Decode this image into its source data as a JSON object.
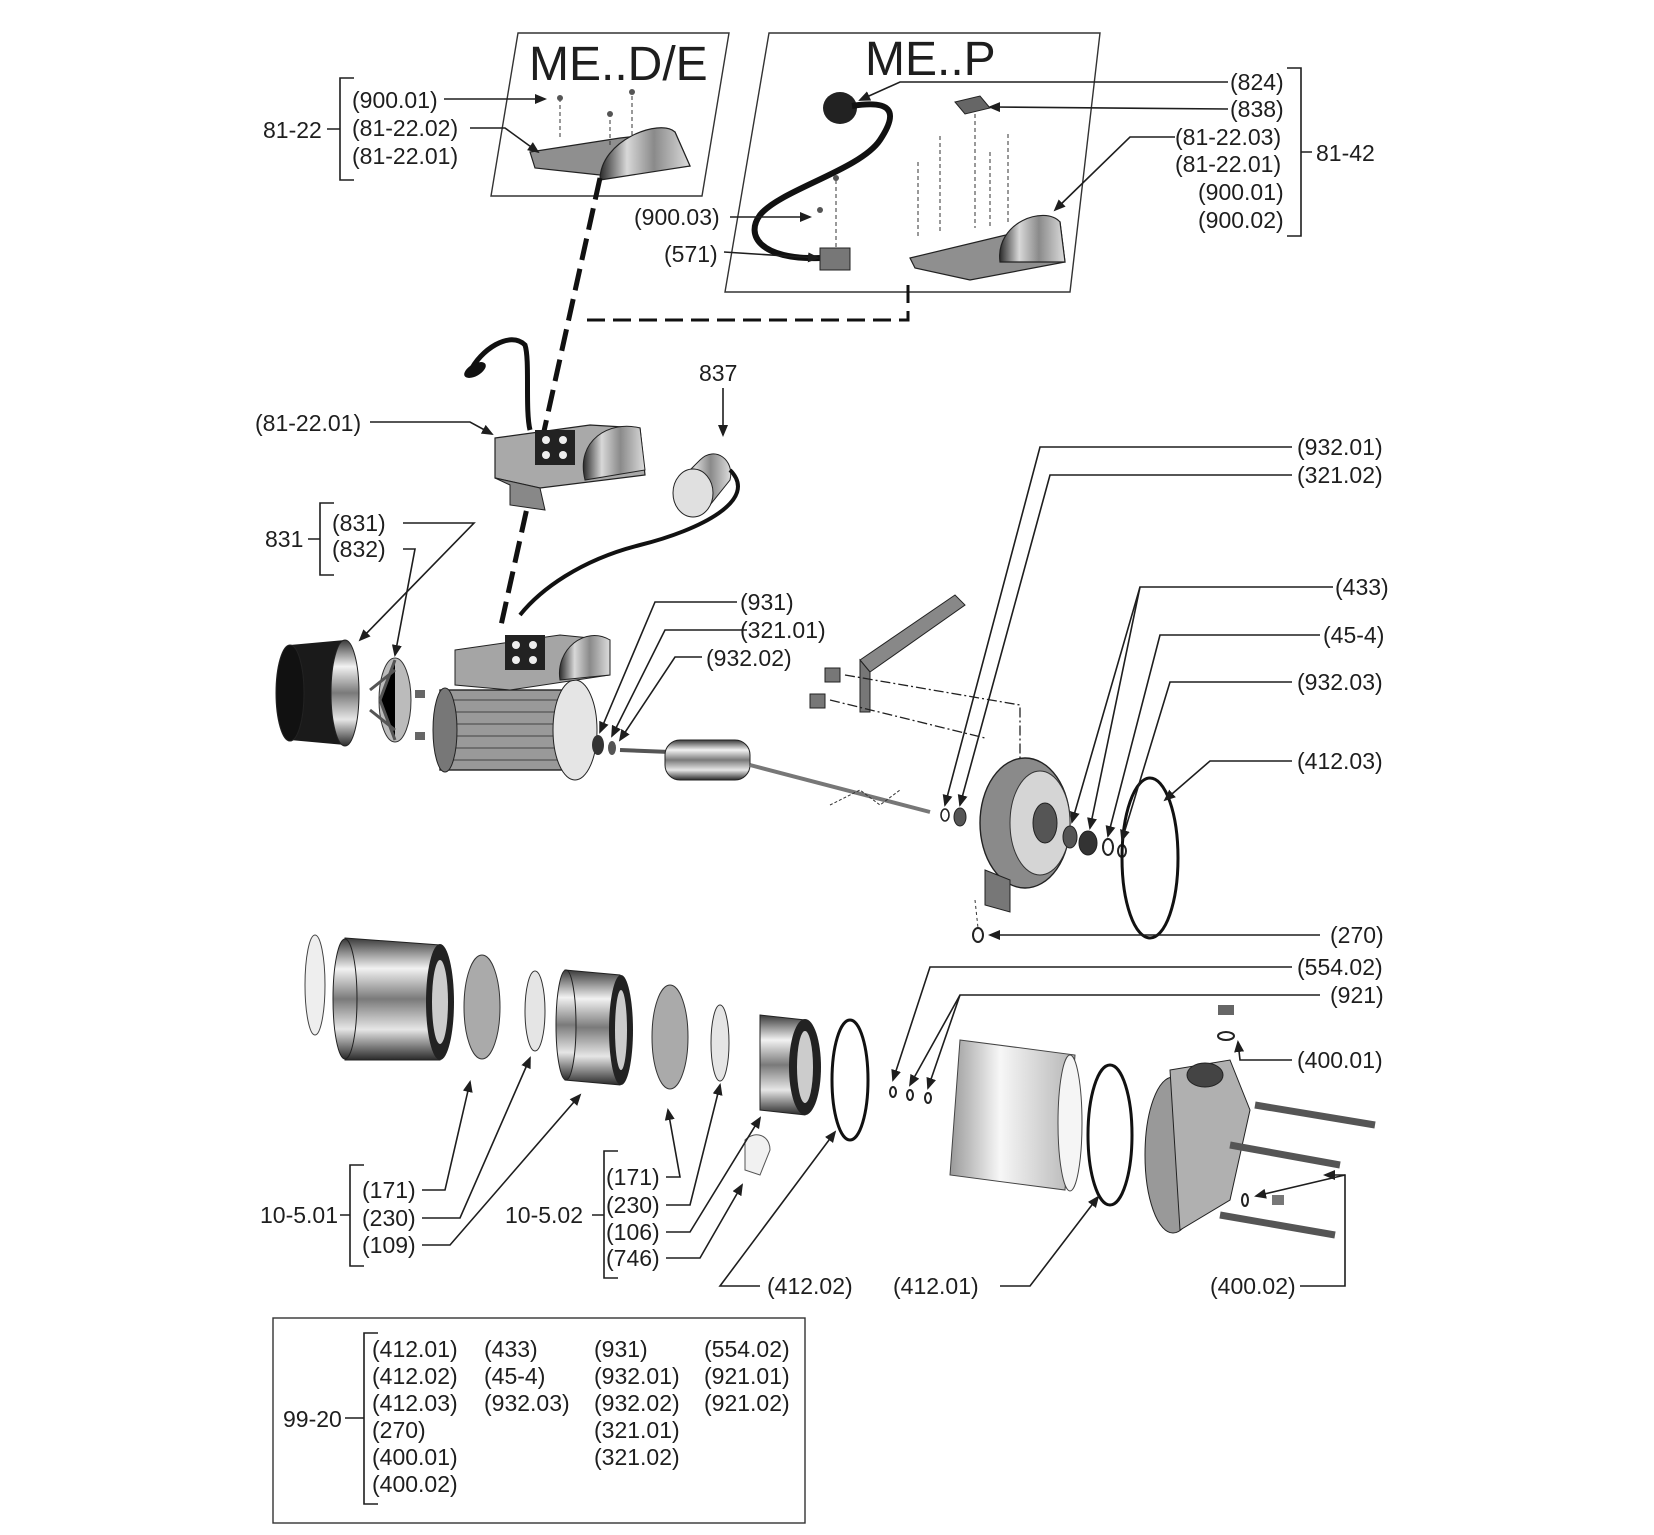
{
  "variants": {
    "me_de": "ME..D/E",
    "me_p": "ME..P"
  },
  "groups": {
    "g81_22": "81-22",
    "g81_42": "81-42",
    "g831": "831",
    "g837": "837",
    "g10_5_01": "10-5.01",
    "g10_5_02": "10-5.02",
    "g99_20": "99-20"
  },
  "labels": {
    "l900_01_a": "(900.01)",
    "l81_22_02_a": "(81-22.02)",
    "l81_22_01_a": "(81-22.01)",
    "l824": "(824)",
    "l838": "(838)",
    "l81_22_03": "(81-22.03)",
    "l81_22_01_b": "(81-22.01)",
    "l900_01_b": "(900.01)",
    "l900_02": "(900.02)",
    "l900_03": "(900.03)",
    "l571": "(571)",
    "l81_22_01_c": "(81-22.01)",
    "l831": "(831)",
    "l832": "(832)",
    "l931": "(931)",
    "l321_01": "(321.01)",
    "l932_02": "(932.02)",
    "l932_01": "(932.01)",
    "l321_02": "(321.02)",
    "l433": "(433)",
    "l45_4": "(45-4)",
    "l932_03": "(932.03)",
    "l412_03": "(412.03)",
    "l270": "(270)",
    "l554_02": "(554.02)",
    "l921": "(921)",
    "l400_01": "(400.01)",
    "l171_a": "(171)",
    "l230_a": "(230)",
    "l109": "(109)",
    "l171_b": "(171)",
    "l230_b": "(230)",
    "l106": "(106)",
    "l746": "(746)",
    "l412_02": "(412.02)",
    "l412_01": "(412.01)",
    "l400_02": "(400.02)"
  },
  "kit_99_20": {
    "col1": [
      "(412.01)",
      "(412.02)",
      "(412.03)",
      "(270)",
      "(400.01)",
      "(400.02)"
    ],
    "col2": [
      "(433)",
      "(45-4)",
      "(932.03)"
    ],
    "col3": [
      "(931)",
      "(932.01)",
      "(932.02)",
      "(321.01)",
      "(321.02)"
    ],
    "col4": [
      "(554.02)",
      "(921.01)",
      "(921.02)"
    ]
  }
}
